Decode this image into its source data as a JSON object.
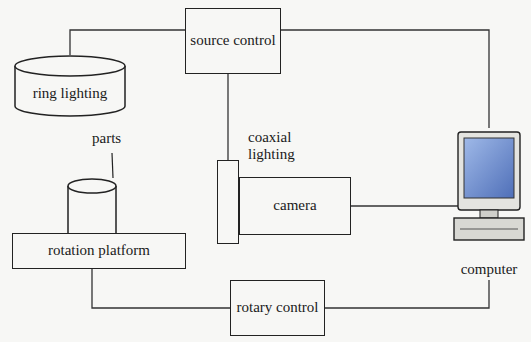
{
  "diagram": {
    "nodes": [
      {
        "text": [
          "source control"
        ]
      },
      {
        "text": [
          "ring lighting"
        ]
      },
      {
        "text": [
          "coaxial lighting"
        ]
      },
      {
        "text": [
          "camera"
        ]
      },
      {
        "text": [
          "rotation platform"
        ]
      },
      {
        "text": [
          "computer"
        ]
      },
      {
        "text": [
          "rotary control"
        ]
      }
    ],
    "edges": [
      {
        "from": 0,
        "to": 1,
        "arrow": "none"
      },
      {
        "from": 0,
        "to": 2,
        "arrow": "none"
      },
      {
        "from": 0,
        "to": 5,
        "arrow": "none"
      },
      {
        "from": 3,
        "to": 5,
        "arrow": "none"
      },
      {
        "from": 4,
        "to": 6,
        "arrow": "none"
      },
      {
        "from": 6,
        "to": 5,
        "arrow": "none"
      }
    ],
    "labels": [
      "parts"
    ]
  }
}
